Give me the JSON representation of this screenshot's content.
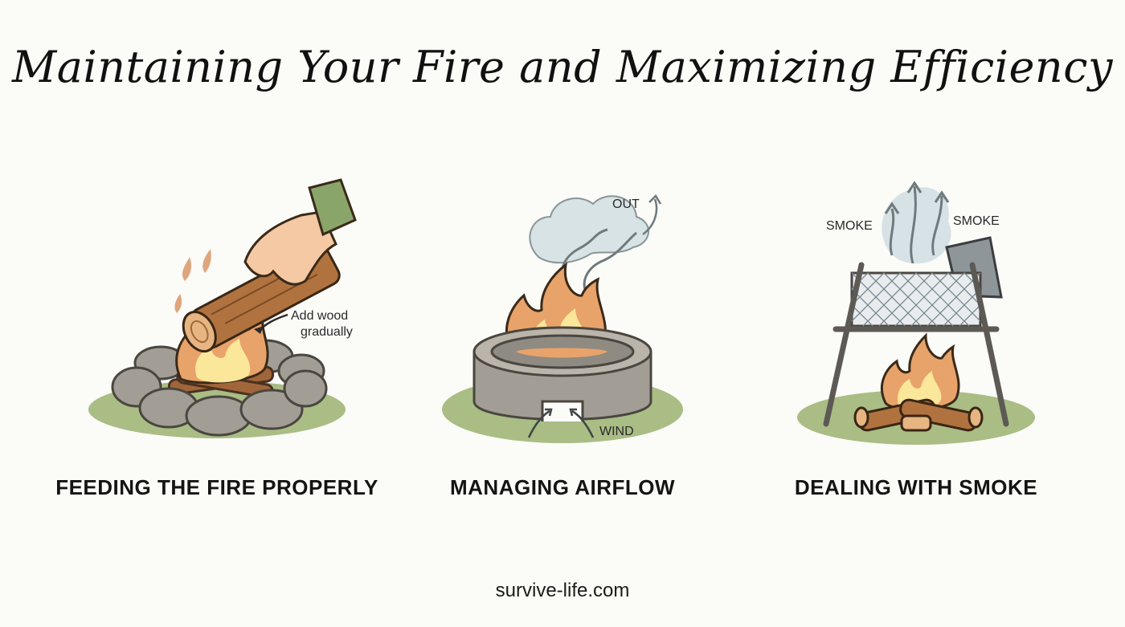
{
  "title": "Maintaining Your Fire and Maximizing Efficiency",
  "panels": [
    {
      "caption": "FEEDING THE FIRE PROPERLY",
      "annotation_line1": "Add wood",
      "annotation_line2": "gradually"
    },
    {
      "caption": "MANAGING AIRFLOW",
      "label_out": "OUT",
      "label_wind": "WIND"
    },
    {
      "caption": "DEALING WITH SMOKE",
      "label_smoke_left": "SMOKE",
      "label_smoke_right": "SMOKE"
    }
  ],
  "footer": "survive-life.com",
  "colors": {
    "background": "#fbfbf7",
    "grass": "#a9bd85",
    "stone": "#a39e95",
    "wood": "#a0663a",
    "flame_outer": "#e8a36a",
    "flame_inner": "#fbe79a",
    "smoke": "#c9d8dd",
    "sleeve": "#8aa56a",
    "skin": "#f4c9a3"
  }
}
